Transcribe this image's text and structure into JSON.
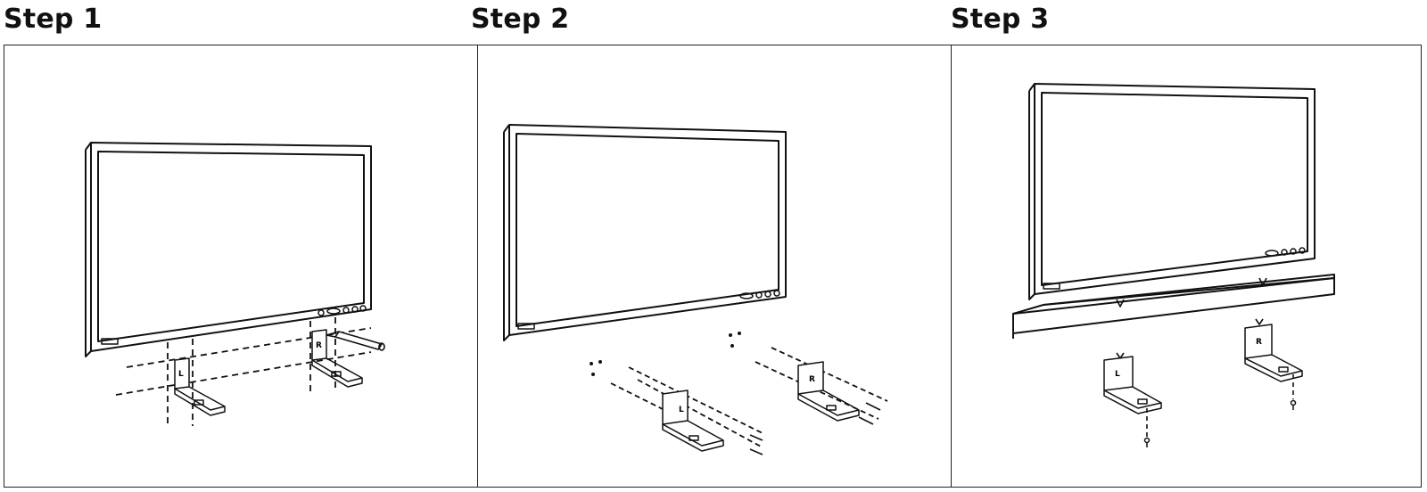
{
  "steps": [
    {
      "title": "Step 1",
      "bracket_labels": [
        "L",
        "R"
      ]
    },
    {
      "title": "Step 2",
      "bracket_labels": [
        "L",
        "R"
      ]
    },
    {
      "title": "Step 3",
      "bracket_labels": [
        "L",
        "R"
      ]
    }
  ]
}
